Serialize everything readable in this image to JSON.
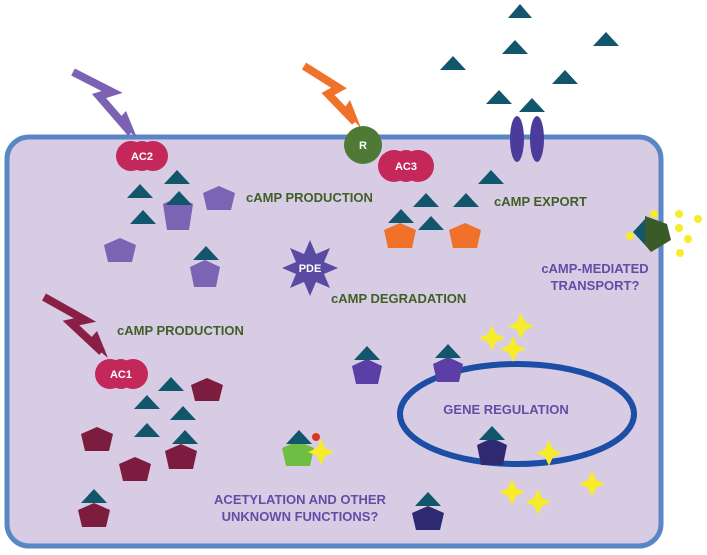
{
  "labels": {
    "ac2": "AC2",
    "receptor": "R",
    "ac3": "AC3",
    "ac1": "AC1",
    "pde": "PDE",
    "production_top": "cAMP PRODUCTION",
    "production_left": "cAMP PRODUCTION",
    "export": "cAMP EXPORT",
    "degradation": "cAMP DEGRADATION",
    "transport_line1": "cAMP-MEDIATED",
    "transport_line2": "TRANSPORT?",
    "gene_regulation": "GENE REGULATION",
    "acetylation_line1": "ACETYLATION AND OTHER",
    "acetylation_line2": "UNKNOWN FUNCTIONS?"
  },
  "colors": {
    "cell_fill": "#d8cce4",
    "cell_border": "#5a86c6",
    "camp": "#11566a",
    "ac_enzyme": "#c4285a",
    "receptor": "#4e7a35",
    "pde": "#5a4aa4",
    "green_text": "#3f5f26",
    "purple_text": "#5f4ea6",
    "nucleus_border": "#1c4ea6",
    "spark": "#f6ec2a"
  }
}
